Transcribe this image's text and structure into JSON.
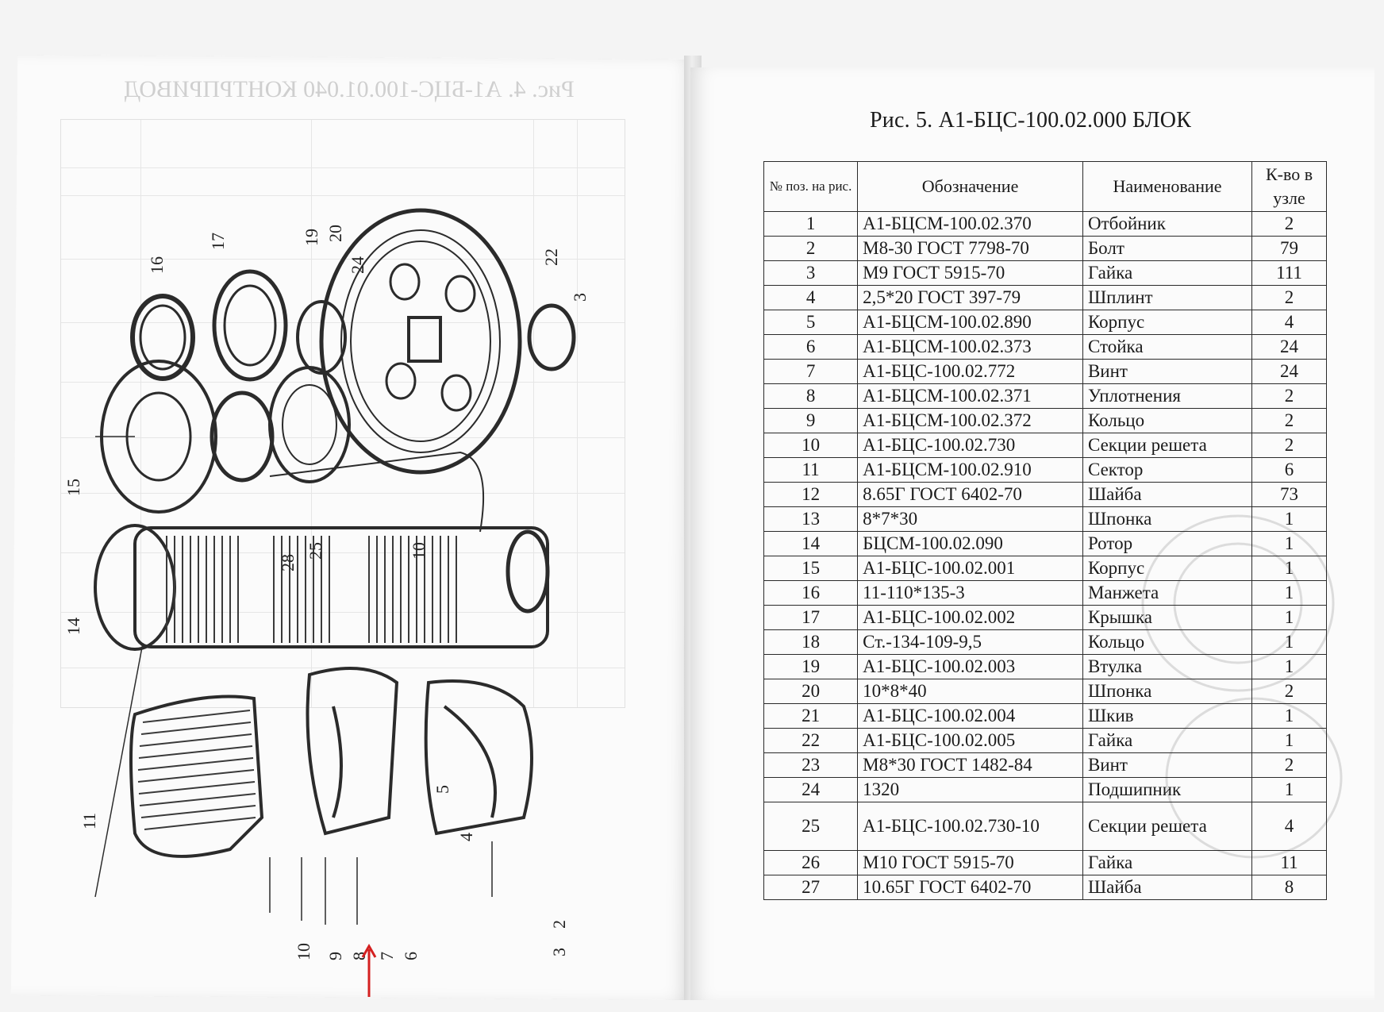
{
  "left_page": {
    "ghost_title": "Рис. 4. А1-БЦС-100.01.040 КОНТРПРИВОД",
    "callouts": [
      "16",
      "17",
      "19",
      "20",
      "24",
      "22",
      "3",
      "15",
      "28",
      "25",
      "10",
      "14",
      "11",
      "5",
      "4",
      "2",
      "3",
      "6",
      "7",
      "8",
      "9",
      "10"
    ]
  },
  "right_page": {
    "title": "Рис. 5. А1-БЦС-100.02.000 БЛОК",
    "table": {
      "headers": {
        "pos": "№ поз. на рис.",
        "designation": "Обозначение",
        "name": "Наименование",
        "qty": "К-во в узле"
      },
      "rows": [
        {
          "pos": "1",
          "designation": "А1-БЦСМ-100.02.370",
          "name": "Отбойник",
          "qty": "2"
        },
        {
          "pos": "2",
          "designation": "М8-30 ГОСТ 7798-70",
          "name": "Болт",
          "qty": "79"
        },
        {
          "pos": "3",
          "designation": "М9 ГОСТ 5915-70",
          "name": "Гайка",
          "qty": "111"
        },
        {
          "pos": "4",
          "designation": "2,5*20 ГОСТ 397-79",
          "name": "Шплинт",
          "qty": "2"
        },
        {
          "pos": "5",
          "designation": "А1-БЦСМ-100.02.890",
          "name": "Корпус",
          "qty": "4"
        },
        {
          "pos": "6",
          "designation": "А1-БЦСМ-100.02.373",
          "name": "Стойка",
          "qty": "24"
        },
        {
          "pos": "7",
          "designation": "А1-БЦС-100.02.772",
          "name": "Винт",
          "qty": "24"
        },
        {
          "pos": "8",
          "designation": "А1-БЦСМ-100.02.371",
          "name": "Уплотнения",
          "qty": "2"
        },
        {
          "pos": "9",
          "designation": "А1-БЦСМ-100.02.372",
          "name": "Кольцо",
          "qty": "2"
        },
        {
          "pos": "10",
          "designation": "А1-БЦС-100.02.730",
          "name": "Секции решета",
          "qty": "2"
        },
        {
          "pos": "11",
          "designation": "А1-БЦСМ-100.02.910",
          "name": "Сектор",
          "qty": "6"
        },
        {
          "pos": "12",
          "designation": "8.65Г ГОСТ 6402-70",
          "name": "Шайба",
          "qty": "73"
        },
        {
          "pos": "13",
          "designation": "8*7*30",
          "name": "Шпонка",
          "qty": "1"
        },
        {
          "pos": "14",
          "designation": "БЦСМ-100.02.090",
          "name": "Ротор",
          "qty": "1"
        },
        {
          "pos": "15",
          "designation": "А1-БЦС-100.02.001",
          "name": "Корпус",
          "qty": "1"
        },
        {
          "pos": "16",
          "designation": "11-110*135-3",
          "name": "Манжета",
          "qty": "1"
        },
        {
          "pos": "17",
          "designation": "А1-БЦС-100.02.002",
          "name": "Крышка",
          "qty": "1"
        },
        {
          "pos": "18",
          "designation": "Ст.-134-109-9,5",
          "name": "Кольцо",
          "qty": "1"
        },
        {
          "pos": "19",
          "designation": "А1-БЦС-100.02.003",
          "name": "Втулка",
          "qty": "1"
        },
        {
          "pos": "20",
          "designation": "10*8*40",
          "name": "Шпонка",
          "qty": "2"
        },
        {
          "pos": "21",
          "designation": "А1-БЦС-100.02.004",
          "name": "Шкив",
          "qty": "1"
        },
        {
          "pos": "22",
          "designation": "А1-БЦС-100.02.005",
          "name": "Гайка",
          "qty": "1"
        },
        {
          "pos": "23",
          "designation": "М8*30 ГОСТ 1482-84",
          "name": "Винт",
          "qty": "2"
        },
        {
          "pos": "24",
          "designation": "1320",
          "name": "Подшипник",
          "qty": "1"
        },
        {
          "pos": "25",
          "designation": "А1-БЦС-100.02.730-10",
          "name": "Секции решета",
          "qty": "4"
        },
        {
          "pos": "26",
          "designation": "М10 ГОСТ 5915-70",
          "name": "Гайка",
          "qty": "11"
        },
        {
          "pos": "27",
          "designation": "10.65Г ГОСТ 6402-70",
          "name": "Шайба",
          "qty": "8"
        }
      ]
    }
  },
  "colors": {
    "ink": "#1b1b1b",
    "arrow": "#d42020",
    "paper": "#fbfbfb"
  }
}
